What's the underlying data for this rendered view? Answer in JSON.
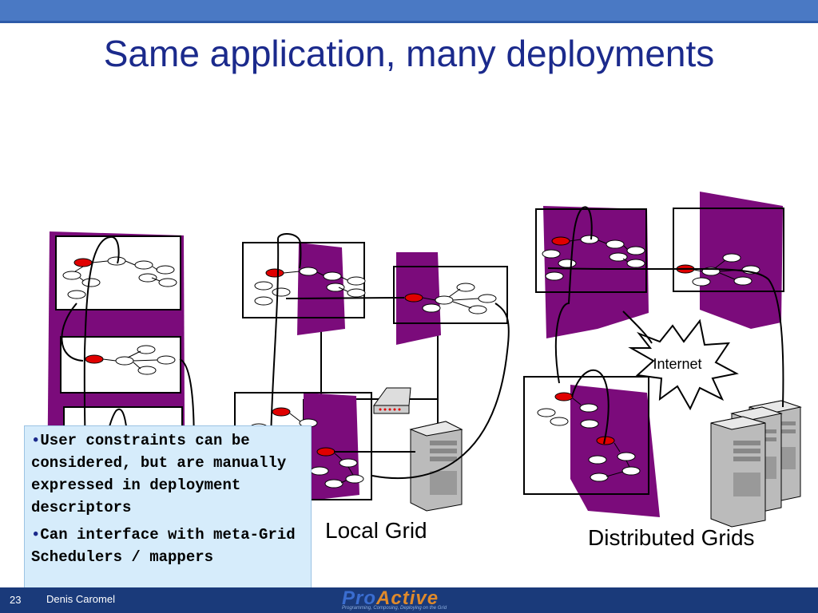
{
  "slide": {
    "title": "Same application, many deployments",
    "page_number": "23",
    "author": "Denis Caromel",
    "colors": {
      "header_bar": "#4a79c4",
      "title_text": "#1b2a8c",
      "footer_bar": "#1a3a7a",
      "machine_purple": "#7b0b7b",
      "callout_bg": "#d6ecfb",
      "active_object": "#e00000"
    }
  },
  "callout": {
    "bullets": [
      "User constraints can be considered, but are manually expressed in deployment descriptors",
      "Can interface with meta-Grid Schedulers / mappers"
    ]
  },
  "labels": {
    "local_grid": "Local Grid",
    "distributed_grids": "Distributed Grids",
    "internet": "Internet"
  },
  "footer": {
    "logo_pro": "Pro",
    "logo_active": "Active",
    "tagline": "Programming, Composing, Deploying on the Grid"
  },
  "icons": [
    "server-tower-icon",
    "network-switch-icon",
    "internet-burst-icon",
    "globe-logo-icon"
  ]
}
